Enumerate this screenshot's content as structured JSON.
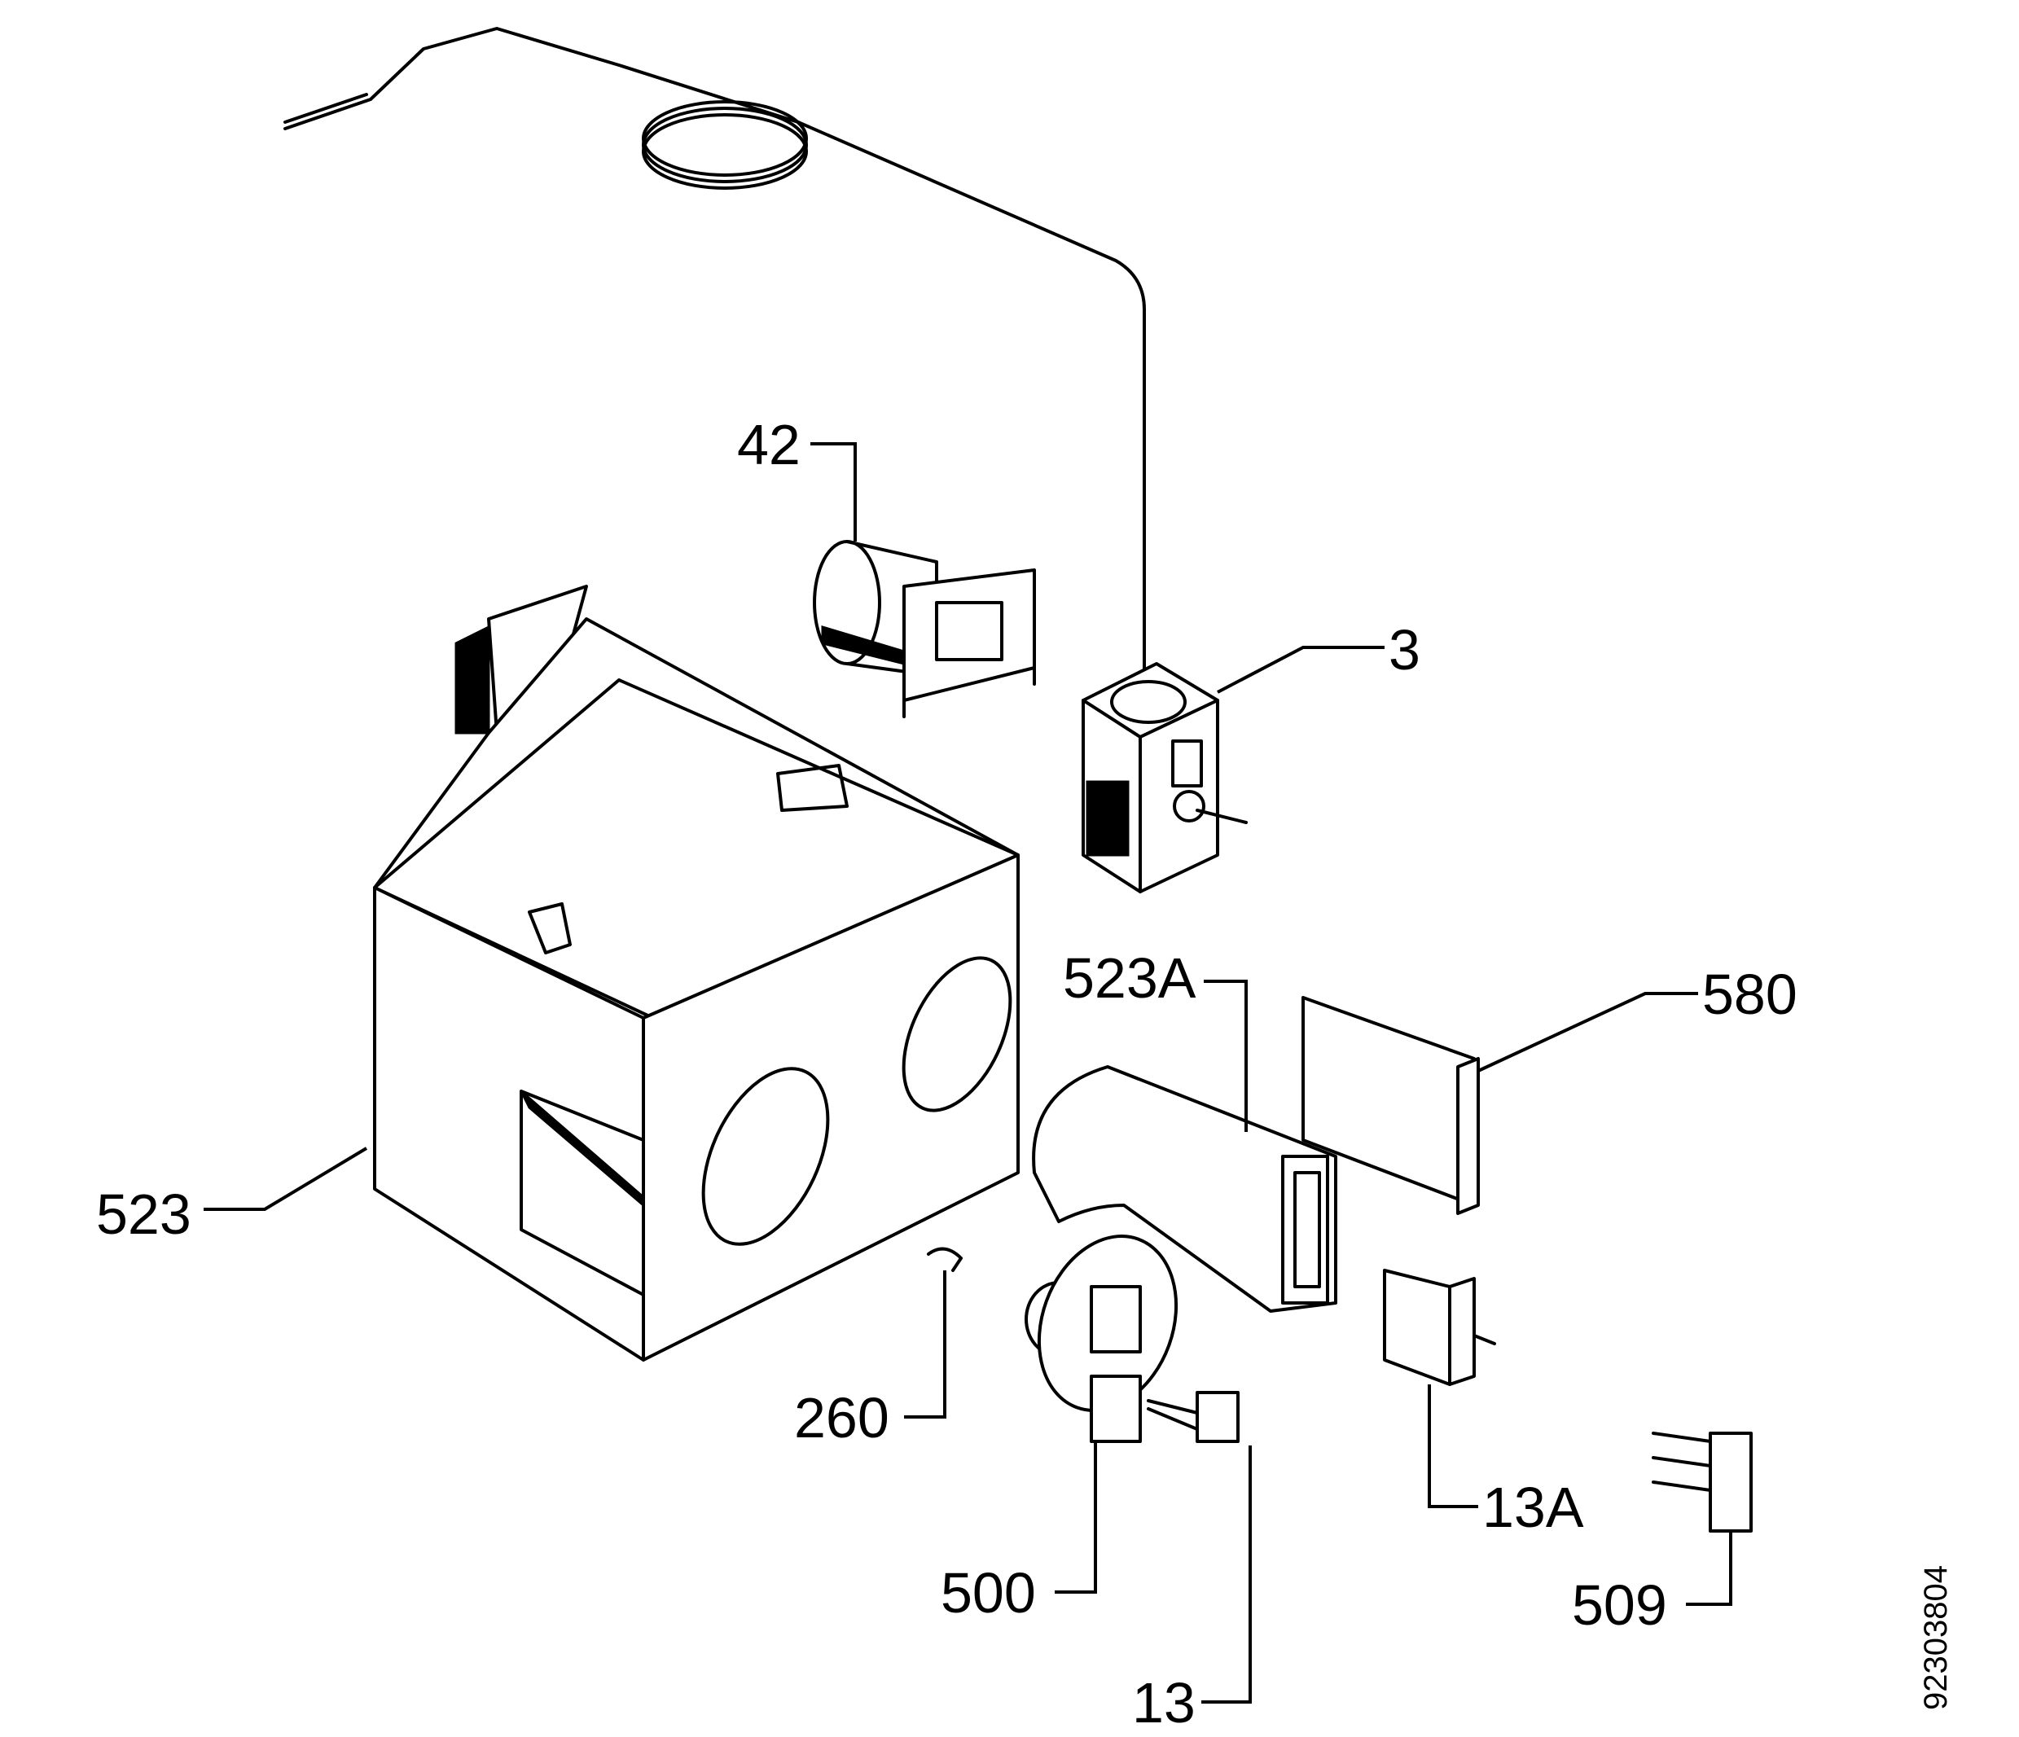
{
  "labels": {
    "p3": "3",
    "p42": "42",
    "p523": "523",
    "p523a": "523A",
    "p580": "580",
    "p260": "260",
    "p500": "500",
    "p13": "13",
    "p13a": "13A",
    "p509": "509"
  },
  "document_number": "92303804"
}
